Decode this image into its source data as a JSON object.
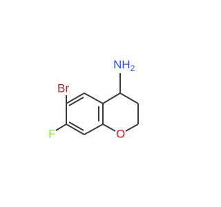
{
  "molecule": {
    "atoms": {
      "nh2": "NH",
      "nh2_subscript": "2",
      "br": "Br",
      "f": "F",
      "o": "O"
    },
    "colors": {
      "bond": "#3a3a3a",
      "nitrogen": "#3050f8",
      "bromine": "#a62929",
      "fluorine": "#90e050",
      "oxygen": "#ff0d0d"
    }
  }
}
